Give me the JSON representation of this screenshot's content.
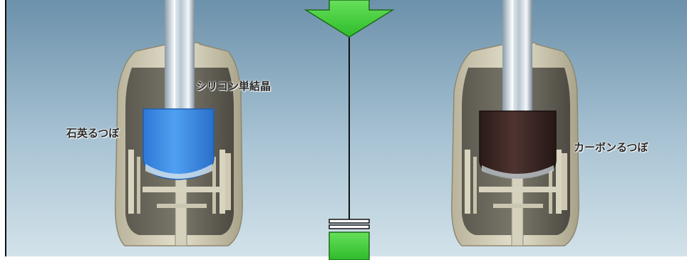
{
  "labels": {
    "silicon_crystal": "シリコン単結晶",
    "quartz_crucible": "石英るつぼ",
    "carbon_crucible": "カーボンるつぼ"
  },
  "colors": {
    "background_top": "#6e93ac",
    "background_bottom": "#c8dbe6",
    "quartz_crucible": "#3f8ee8",
    "carbon_crucible": "#3b2622",
    "arrow": "#44d23c",
    "arrow_outline": "#2a7a25"
  },
  "icons": {
    "transfer_arrow": "down-arrow-icon",
    "crystal_rod": "silicon-ingot-icon"
  }
}
